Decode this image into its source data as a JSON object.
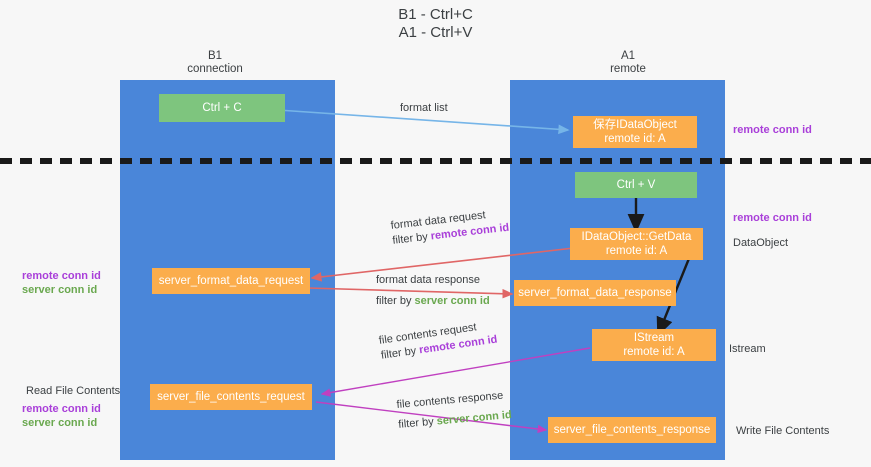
{
  "title": {
    "line1": "B1 - Ctrl+C",
    "line2": "A1 - Ctrl+V"
  },
  "columns": [
    {
      "id": "b1",
      "name": "B1",
      "role": "connection"
    },
    {
      "id": "a1",
      "name": "A1",
      "role": "remote"
    }
  ],
  "boxes": {
    "ctrl_c": {
      "label": "Ctrl + C",
      "color": "#7ec57e"
    },
    "idataobject_top": {
      "line1": "保存IDataObject",
      "line2": "remote id: A",
      "color": "#fbad4c"
    },
    "ctrl_v": {
      "label": "Ctrl + V",
      "color": "#7ec57e"
    },
    "getdata": {
      "line1": "IDataObject::GetData",
      "line2": "remote id: A",
      "color": "#fbad4c"
    },
    "format_req": {
      "label": "server_format_data_request",
      "color": "#fbad4c"
    },
    "format_resp": {
      "label": "server_format_data_response",
      "color": "#fbad4c"
    },
    "istream": {
      "line1": "IStream",
      "line2": "remote id: A",
      "color": "#fbad4c"
    },
    "file_req": {
      "label": "server_file_contents_request",
      "color": "#fbad4c"
    },
    "file_resp": {
      "label": "server_file_contents_response",
      "color": "#fbad4c"
    }
  },
  "edge_labels": {
    "format_list": "format list",
    "fmt_req_l1": "format data request",
    "fmt_req_l2_prefix": "filter by ",
    "fmt_req_l2_key": "remote conn id",
    "fmt_resp_l1": "format data response",
    "fmt_resp_l2_prefix": "filter by ",
    "fmt_resp_l2_key": "server conn id",
    "file_req_l1": "file contents request",
    "file_req_l2_prefix": "filter by ",
    "file_req_l2_key": "remote conn id",
    "file_resp_l1": "file contents response",
    "file_resp_l2_prefix": "filter by ",
    "file_resp_l2_key": "server conn id"
  },
  "notes": {
    "right_remote_conn_id_1": "remote conn id",
    "right_remote_conn_id_2": "remote conn id",
    "right_dataobject": "DataObject",
    "right_istream": "Istream",
    "right_write_file": "Write File Contents",
    "left_remote_conn_id_1": "remote conn id",
    "left_server_conn_id_1": "server conn id",
    "left_read_file": "Read File Contents",
    "left_remote_conn_id_2": "remote conn id",
    "left_server_conn_id_2": "server conn id"
  },
  "colors": {
    "lane": "#4a86d9",
    "green_box": "#7ec57e",
    "orange_box": "#fbad4c",
    "purple_key": "#a93fd9",
    "green_key": "#6aa84f",
    "red_arrow": "#e06666",
    "magenta_arrow": "#c040c0",
    "blue_arrow": "#76b5e8",
    "black_arrow": "#1a1a1a",
    "background": "#f7f7f7"
  }
}
